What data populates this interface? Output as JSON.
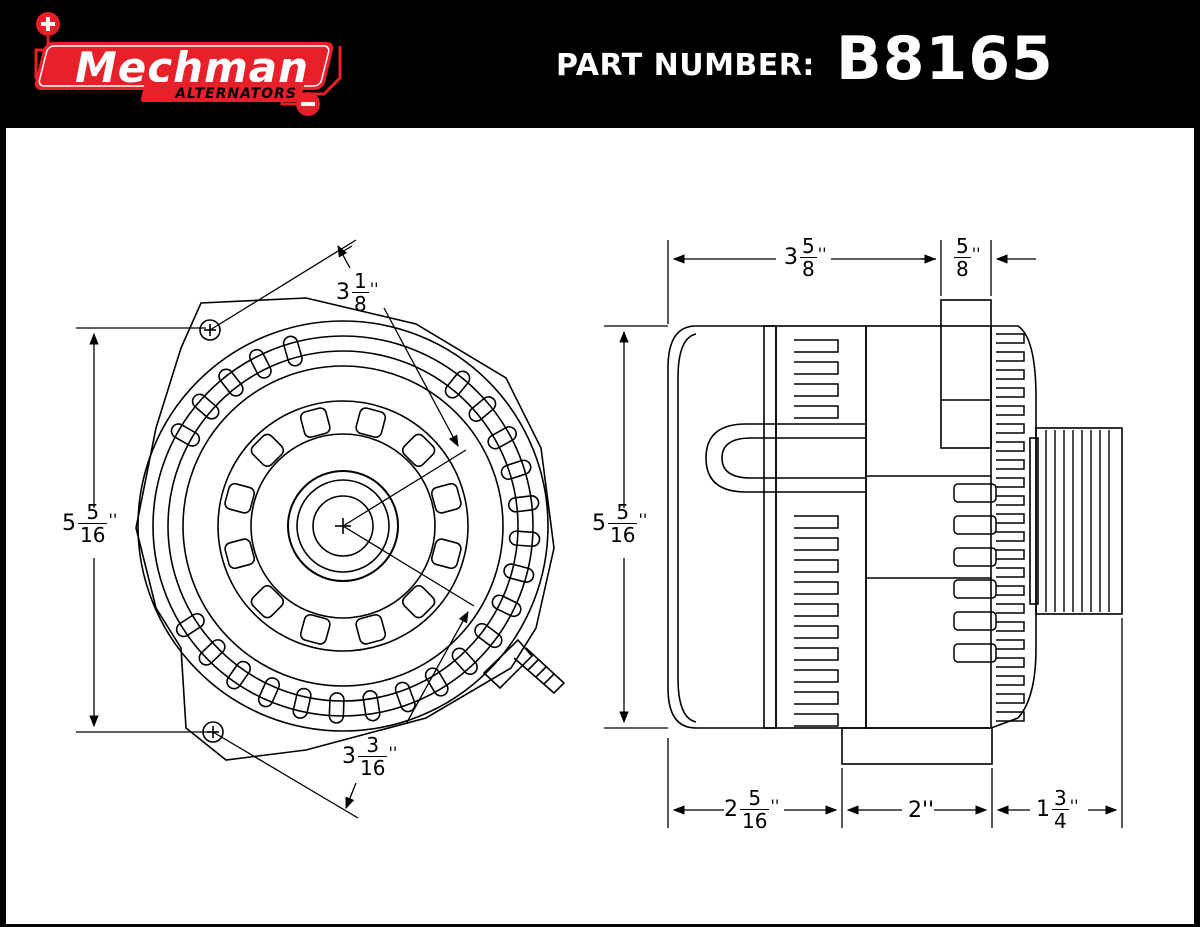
{
  "header": {
    "part_label": "PART NUMBER:",
    "part_number": "B8165"
  },
  "logo": {
    "brand": "Mechman",
    "subtitle": "ALTERNATORS",
    "brand_color": "#e8202a",
    "plus_symbol": "+",
    "minus_symbol": "−"
  },
  "dimensions": {
    "front_diagonal_top": {
      "whole": "3",
      "num": "1",
      "den": "8",
      "unit": "''"
    },
    "front_height": {
      "whole": "5",
      "num": "5",
      "den": "16",
      "unit": "''"
    },
    "front_diagonal_bottom": {
      "whole": "3",
      "num": "3",
      "den": "16",
      "unit": "''"
    },
    "side_length": {
      "whole": "3",
      "num": "5",
      "den": "8",
      "unit": "''"
    },
    "side_mount_width": {
      "whole": "",
      "num": "5",
      "den": "8",
      "unit": "''"
    },
    "side_height": {
      "whole": "5",
      "num": "5",
      "den": "16",
      "unit": "''"
    },
    "bottom_rear": {
      "whole": "2",
      "num": "5",
      "den": "16",
      "unit": "''"
    },
    "bottom_middle": {
      "text": "2''"
    },
    "bottom_pulley": {
      "whole": "1",
      "num": "3",
      "den": "4",
      "unit": "''"
    }
  }
}
